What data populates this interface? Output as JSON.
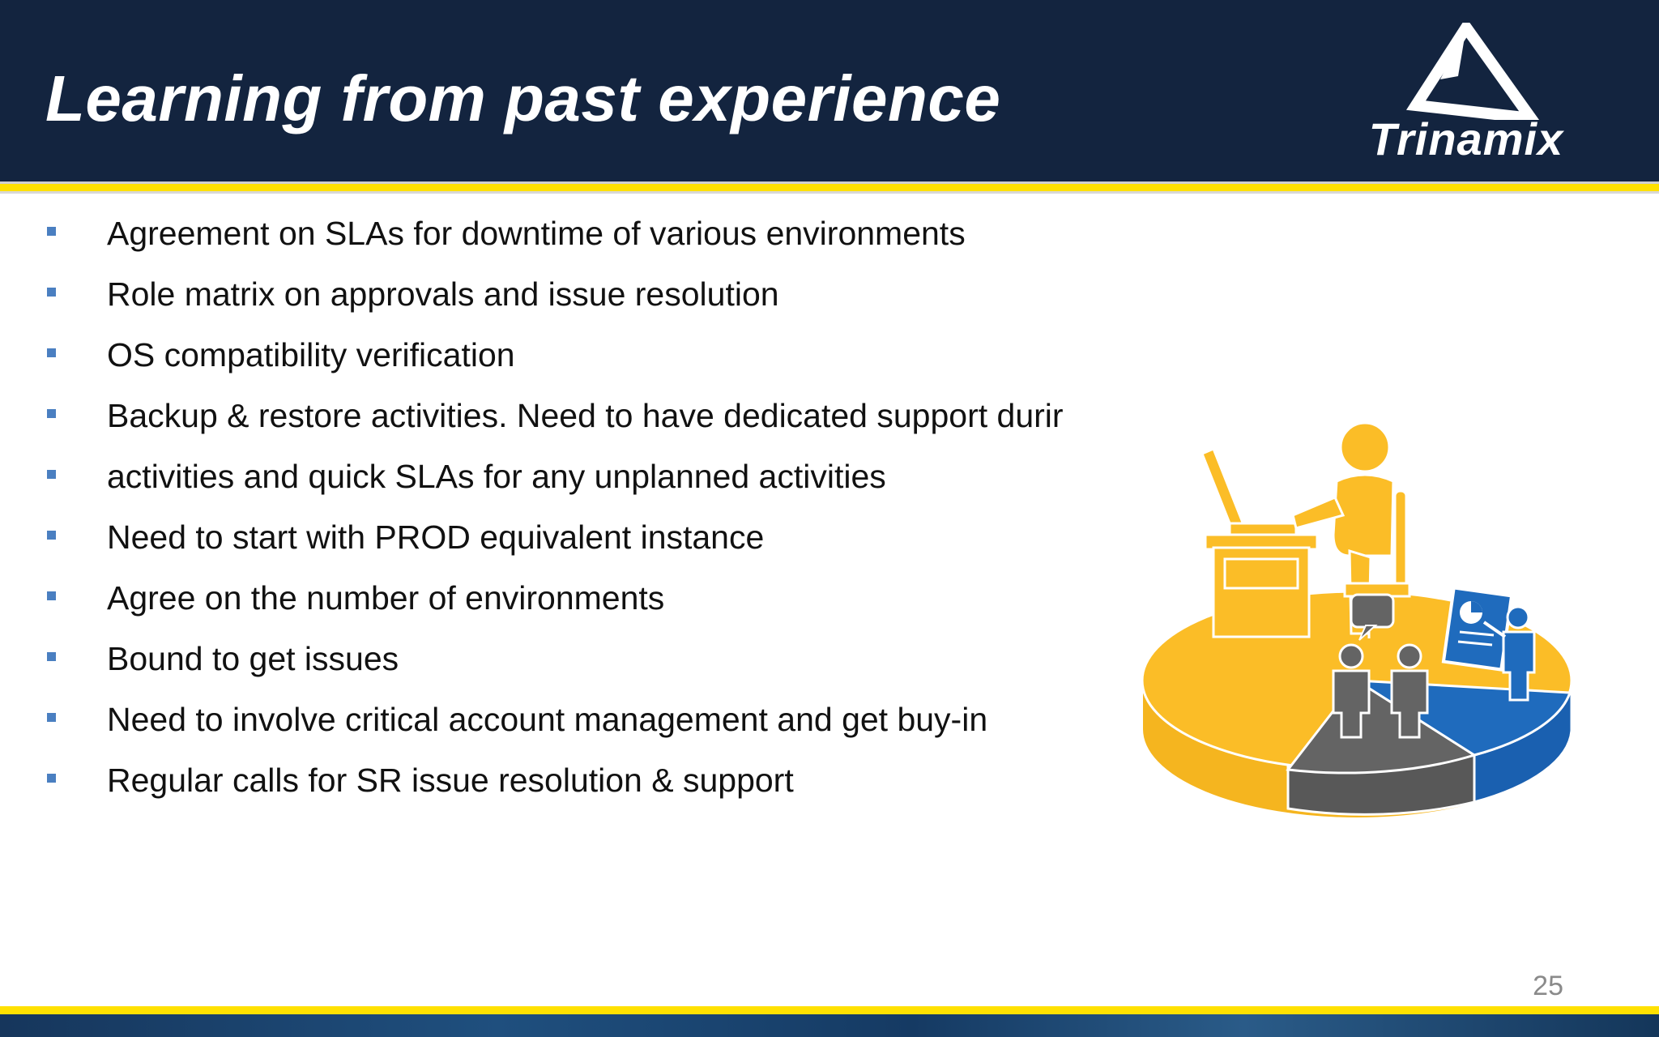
{
  "slide": {
    "title": "Learning from past experience",
    "logo_text": "Trinamix",
    "page_number": "25"
  },
  "bullets": [
    "Agreement on SLAs for downtime of various environments",
    "Role matrix on approvals and issue resolution",
    "OS compatibility verification",
    "Backup & restore activities. Need to have dedicated support durir",
    "activities and quick SLAs for any unplanned activities",
    "Need to start with PROD equivalent instance",
    "Agree on the number of environments",
    "Bound to get issues",
    "Need to involve critical account management and get buy-in",
    "Regular calls for SR issue resolution & support"
  ],
  "colors": {
    "header_bg": "#13243f",
    "accent_yellow": "#ffe100",
    "bullet_blue": "#4a7fc1",
    "pie_yellow": "#fbbd27",
    "pie_gray": "#646464",
    "pie_blue": "#1f6bbd"
  },
  "illustration": {
    "icon": "business-team-pie-chart-illustration"
  }
}
